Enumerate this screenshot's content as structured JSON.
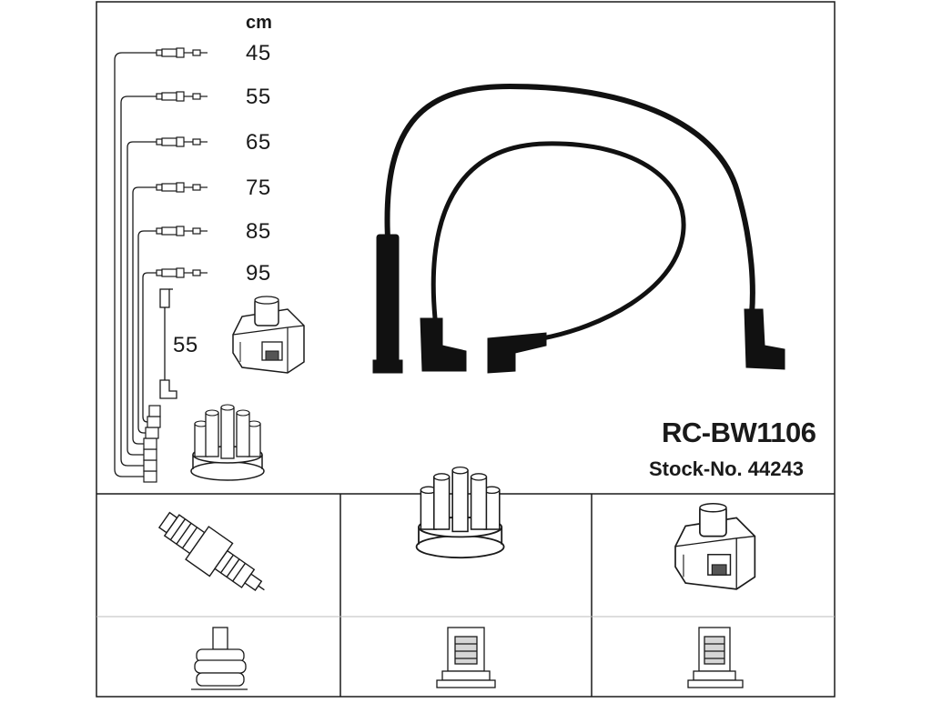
{
  "diagram": {
    "unit": "cm",
    "lengths": [
      "45",
      "55",
      "65",
      "75",
      "85",
      "95"
    ],
    "coil_lead_length": "55",
    "model": "RC-BW1106",
    "stock": "Stock-No. 44243"
  },
  "colors": {
    "line": "#1a1a1a",
    "cable": "#111111",
    "background": "#ffffff"
  },
  "icons": [
    "lead-connector-icon",
    "ignition-coil-icon",
    "distributor-cap-icon",
    "spark-plug-icon",
    "plug-terminal-icon",
    "cap-terminal-icon",
    "coil-terminal-icon"
  ]
}
